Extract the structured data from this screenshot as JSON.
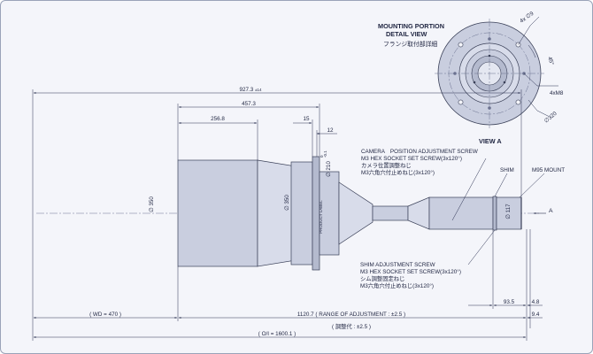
{
  "detail": {
    "title_en_1": "MOUNTING PORTION",
    "title_en_2": "DETAIL VIEW",
    "title_jp": "フランジ取付部詳細",
    "view_label": "VIEW A",
    "hole_label": "4x ∅9",
    "angle_label": "45°",
    "thread_label": "4xM8",
    "pcd_label": "∅320"
  },
  "dimensions": {
    "overall": "927.3",
    "overall_tol": "±14",
    "d457": "457.3",
    "d256": "256.8",
    "d15": "15",
    "d12": "12",
    "dia350_left": "∅ 350",
    "dia350_mid": "∅ 350",
    "dia210": "∅ 210",
    "dia210_tol_top": "0",
    "dia210_tol_bottom": "-0.1",
    "dia117": "∅ 117",
    "d93": "93.5",
    "d48": "4.8",
    "d94": "9.4",
    "wd": "( WD = 470 )",
    "range": "1120.7 ( RANGE OF ADJUSTMENT : ±2.5 )",
    "range_jp": "( 調整代 : ±2.5 )",
    "oi": "( O/I = 1600.1 )"
  },
  "callouts": {
    "camera_1": "CAMERA　POSITION ADJUSTMENT SCREW",
    "camera_2": "M3 HEX SOCKET SET SCREW(3x120°)",
    "camera_3": "カメラ位置調整ねじ",
    "camera_4": "M3六角穴付止めねじ(3x120°)",
    "shim_1": "SHIM ADJUSTMENT SCREW",
    "shim_2": "M3 HEX SOCKET SET SCREW(3x120°)",
    "shim_3": "シム調整固定ねじ",
    "shim_4": "M3六角穴付止めねじ(3x120°)",
    "shim": "SHIM",
    "mount": "M95 MOUNT",
    "arrow": "A",
    "flange_text": "PRODUCT LABEL"
  }
}
